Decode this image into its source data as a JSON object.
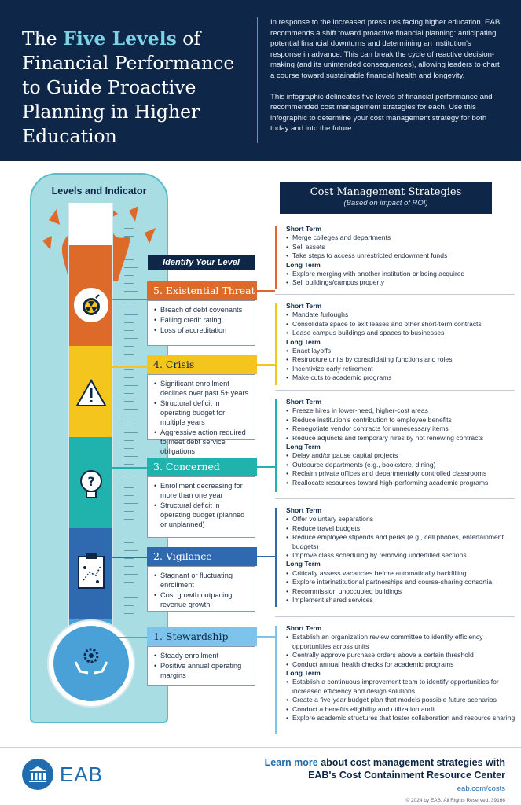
{
  "header": {
    "title_pre": "The ",
    "title_highlight": "Five Levels",
    "title_post": " of Financial Performance to Guide Proactive Planning in Higher Education",
    "intro_p1": "In response to the increased pressures facing higher education, EAB recommends a shift toward proactive financial planning: anticipating potential financial downturns and determining an institution's response in advance. This can break the cycle of reactive decision-making (and its unintended consequences), allowing leaders to chart a course toward sustainable financial health and longevity.",
    "intro_p2": "This infographic delineates five levels of financial performance and recommended cost management strategies for each. Use this infographic to determine your cost management strategy for both today and into the future."
  },
  "thermometer": {
    "title": "Levels and Indicator",
    "identify_label": "Identify Your Level"
  },
  "levels": [
    {
      "name": "5. Existential Threat",
      "color": "#de6a2a",
      "icon": "nuclear-bomb-icon",
      "indicators": [
        "Breach of debt covenants",
        "Failing credit rating",
        "Loss of accreditation"
      ]
    },
    {
      "name": "4. Crisis",
      "color": "#f4c51d",
      "icon": "warning-triangle-icon",
      "indicators": [
        "Significant enrollment declines over past 5+ years",
        "Structural deficit in operating budget for multiple years",
        "Aggressive action required to meet debt service obligations"
      ]
    },
    {
      "name": "3. Concerned",
      "color": "#20b3ae",
      "icon": "question-lightbulb-icon",
      "indicators": [
        "Enrollment decreasing for more than one year",
        "Structural deficit in operating budget (planned or unplanned)"
      ]
    },
    {
      "name": "2. Vigilance",
      "color": "#2f6ab0",
      "icon": "clipboard-plan-icon",
      "indicators": [
        "Stagnant or fluctuating enrollment",
        "Cost growth outpacing revenue growth"
      ]
    },
    {
      "name": "1. Stewardship",
      "color": "#4aa1d8",
      "icon": "hands-gear-icon",
      "indicators": [
        "Steady enrollment",
        "Positive annual operating margins"
      ]
    }
  ],
  "strategies": {
    "title": "Cost Management Strategies",
    "subtitle": "(Based on impact of ROI)",
    "short_label": "Short Term",
    "long_label": "Long Term",
    "blocks": [
      {
        "short": [
          "Merge colleges and departments",
          "Sell assets",
          "Take steps to access unrestricted endowment funds"
        ],
        "long": [
          "Explore merging with another institution or being acquired",
          "Sell buildings/campus property"
        ]
      },
      {
        "short": [
          "Mandate furloughs",
          "Consolidate space to exit leases and other short-term contracts",
          "Lease campus buildings and spaces to businesses"
        ],
        "long": [
          "Enact layoffs",
          "Restructure units by consolidating functions and roles",
          "Incentivize early retirement",
          "Make cuts to academic programs"
        ]
      },
      {
        "short": [
          "Freeze hires in lower-need, higher-cost areas",
          "Reduce institution's contribution to employee benefits",
          "Renegotiate vendor contracts for unnecessary items",
          "Reduce adjuncts and temporary hires by not renewing contracts"
        ],
        "long": [
          "Delay and/or pause capital projects",
          "Outsource departments (e.g., bookstore, dining)",
          "Reclaim private offices and departmentally controlled classrooms",
          "Reallocate resources toward high-performing academic programs"
        ]
      },
      {
        "short": [
          "Offer voluntary separations",
          "Reduce travel budgets",
          "Reduce employee stipends and perks (e.g., cell phones, entertainment budgets)",
          "Improve class scheduling by removing underfilled sections"
        ],
        "long": [
          "Critically assess vacancies before automatically backfilling",
          "Explore interinstitutional partnerships and course-sharing consortia",
          "Recommission unoccupied buildings",
          "Implement shared services"
        ]
      },
      {
        "short": [
          "Establish an organization review committee to identify efficiency opportunities across units",
          "Centrally approve purchase orders above a certain threshold",
          "Conduct annual health checks for academic programs"
        ],
        "long": [
          "Establish a continuous improvement team to identify opportunities for increased efficiency and design solutions",
          "Create a five-year budget plan that models possible future scenarios",
          "Conduct a benefits eligibility and utilization audit",
          "Explore academic structures that foster collaboration and resource sharing"
        ]
      }
    ]
  },
  "footer": {
    "logo_text": "EAB",
    "lead_highlight": "Learn more",
    "lead_rest": " about cost management strategies with EAB's Cost Containment Resource Center",
    "url": "eab.com/costs",
    "copyright": "© 2024 by EAB. All Rights Reserved. 39166"
  }
}
